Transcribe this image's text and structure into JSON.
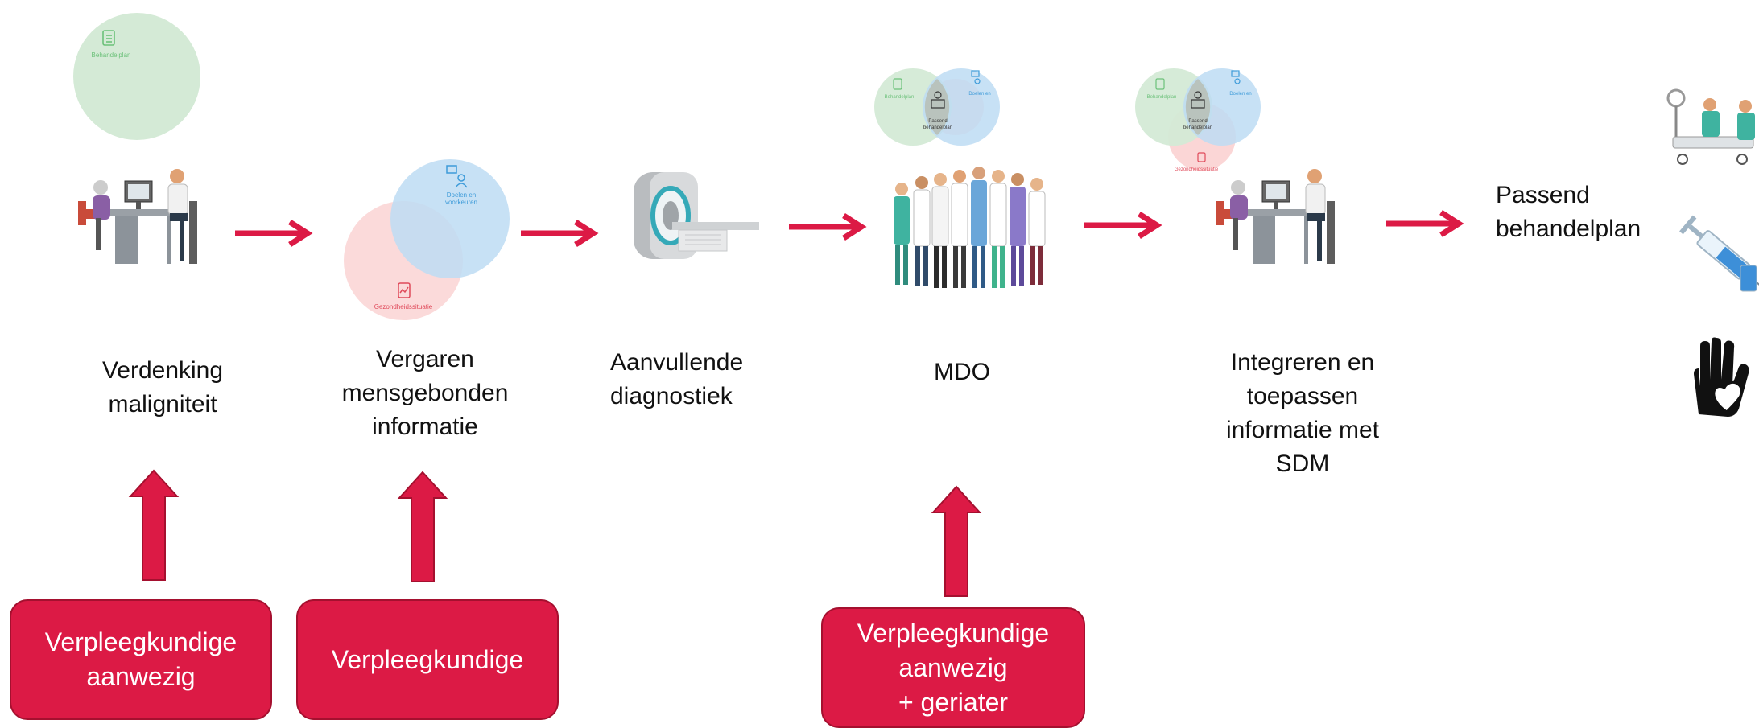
{
  "steps": [
    {
      "lines": [
        "Verdenking",
        "maligniteit"
      ]
    },
    {
      "lines": [
        "Vergaren",
        "mensgebonden",
        "informatie"
      ]
    },
    {
      "lines": [
        "Aanvullende",
        "diagnostiek"
      ]
    },
    {
      "lines": [
        "MDO"
      ]
    },
    {
      "lines": [
        "Integreren en",
        "toepassen",
        "informatie met",
        "SDM"
      ]
    },
    {
      "lines": [
        "Passend",
        "behandelplan"
      ]
    }
  ],
  "boxes": [
    {
      "lines": [
        "Verpleegkundige",
        "aanwezig"
      ]
    },
    {
      "lines": [
        "Verpleegkundige"
      ]
    },
    {
      "lines": [
        "Verpleegkundige",
        "aanwezig",
        "+ geriater"
      ]
    }
  ],
  "venn": {
    "behandelplan": "Behandelplan",
    "gezondheidsituatie": "Gezondheidssituatie",
    "doelen": "Doelen en",
    "wensen": "voorkeuren",
    "passend": "Passend",
    "passend2": "behandelplan"
  },
  "colors": {
    "accent": "#dc1a45",
    "green_circle": "#d4ead6",
    "blue_circle": "#bddcf3",
    "red_circle": "#fbd6d6"
  },
  "icons": {
    "treatments": [
      "surgery-icon",
      "syringe-icon",
      "hand-heart-icon"
    ]
  }
}
